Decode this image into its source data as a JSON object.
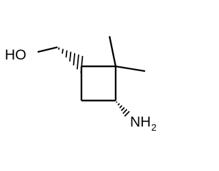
{
  "molecule": {
    "atoms": {
      "hydroxyl": {
        "text": "HO"
      },
      "amine_main": {
        "text": "NH"
      },
      "amine_subscript": {
        "text": "2"
      }
    },
    "stereo_bonds": [
      "hashed-wedge",
      "hashed-wedge"
    ],
    "colors": {
      "bond": "#000000",
      "label": "#000000",
      "background": "#ffffff"
    }
  }
}
